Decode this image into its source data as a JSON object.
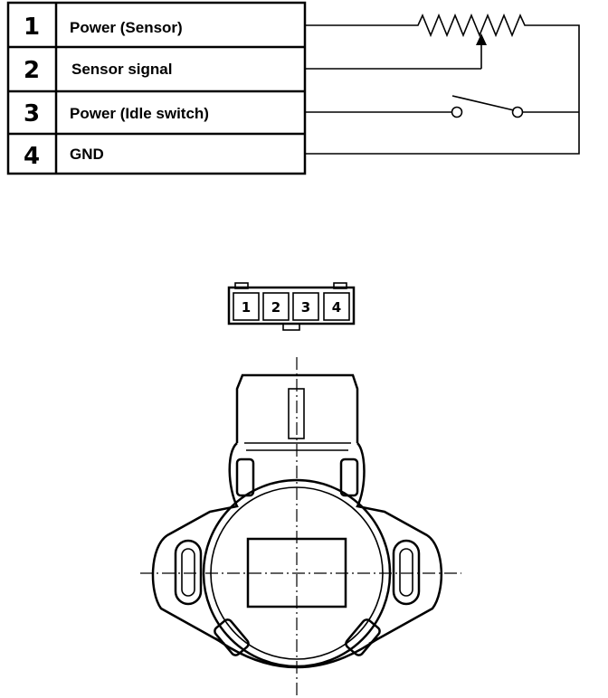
{
  "pin_table": {
    "rows": [
      {
        "number": "1",
        "label": "Power (Sensor)"
      },
      {
        "number": "2",
        "label": "Sensor signal"
      },
      {
        "number": "3",
        "label": "Power (Idle switch)"
      },
      {
        "number": "4",
        "label": "GND"
      }
    ]
  },
  "connector": {
    "pins": [
      "1",
      "2",
      "3",
      "4"
    ]
  }
}
